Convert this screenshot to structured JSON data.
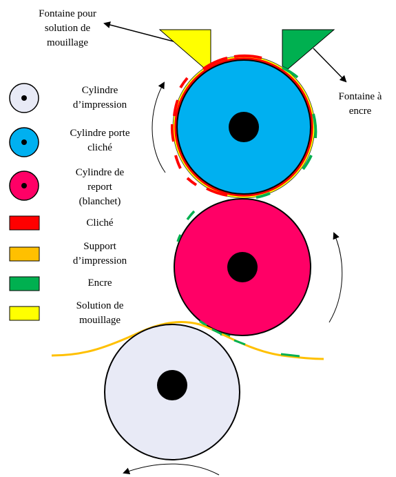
{
  "callouts": {
    "fountain_solution": [
      "Fontaine pour",
      "solution de",
      "mouillage"
    ],
    "ink_fountain": [
      "Fontaine à",
      "encre"
    ]
  },
  "legend": [
    {
      "id": "impression-cylinder",
      "kind": "circle",
      "color": "#e8eaf6",
      "lines": [
        "Cylindre",
        "d’impression"
      ]
    },
    {
      "id": "plate-cylinder",
      "kind": "circle",
      "color": "#00b0f0",
      "lines": [
        "Cylindre porte",
        "cliché"
      ]
    },
    {
      "id": "blanket-cylinder",
      "kind": "circle",
      "color": "#ff0066",
      "lines": [
        "Cylindre de",
        "report",
        "(blanchet)"
      ]
    },
    {
      "id": "plate",
      "kind": "rect",
      "color": "#ff0000",
      "lines": [
        "Cliché"
      ]
    },
    {
      "id": "substrate",
      "kind": "rect",
      "color": "#ffc000",
      "lines": [
        "Support",
        "d’impression"
      ]
    },
    {
      "id": "ink",
      "kind": "rect",
      "color": "#00b050",
      "lines": [
        "Encre"
      ]
    },
    {
      "id": "dampening-solution",
      "kind": "rect",
      "color": "#ffff00",
      "lines": [
        "Solution de",
        "mouillage"
      ]
    }
  ],
  "colors": {
    "impression": "#e8eaf6",
    "plate_cylinder": "#00b0f0",
    "blanket": "#ff0066",
    "plate": "#ff0000",
    "substrate": "#ffc000",
    "ink": "#00b050",
    "dampening": "#ffff00",
    "hub": "#000000"
  }
}
